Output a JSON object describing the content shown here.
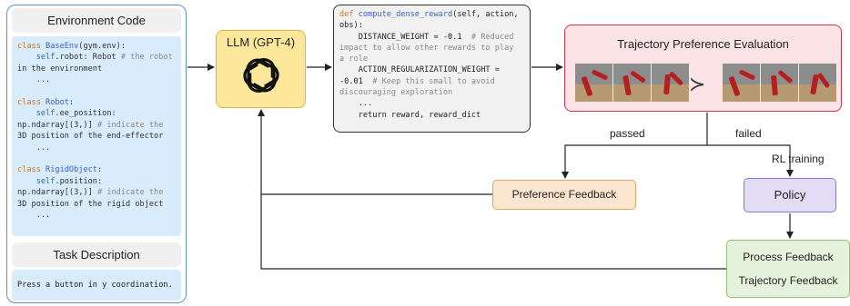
{
  "left_panel": {
    "env_header": "Environment Code",
    "task_header": "Task Description",
    "task_text": "Press a button in y coordination."
  },
  "env_code": {
    "l1_kw": "class ",
    "l1_fn": "BaseEnv",
    "l1_rest": "(gym.env):",
    "l2_self": "self",
    "l2_rest": ".robot: Robot ",
    "l2_cm": "# the robot",
    "l3": "in the environment",
    "l4": "    ...",
    "l5_kw": "class ",
    "l5_fn": "Robot",
    "l5_rest": ":",
    "l6_self": "self",
    "l6_rest": ".ee_position:",
    "l7_rest": "np.ndarray[(3,)] ",
    "l7_cm": "# indicate the",
    "l8": "3D position of the end-effector",
    "l9": "    ...",
    "l10_kw": "class ",
    "l10_fn": "RigidObject",
    "l10_rest": ":",
    "l11_self": "self",
    "l11_rest": ".position:",
    "l12_rest": "np.ndarray[(3,)] ",
    "l12_cm": "# indicate the",
    "l13": "3D position of the rigid object",
    "l14": "    ..."
  },
  "llm": {
    "label": "LLM (GPT-4)",
    "icon": "openai-logo-icon"
  },
  "reward_code": {
    "r1_kw": "def ",
    "r1_fn": "compute_dense_reward",
    "r1_rest": "(self, action,",
    "r2": "obs):",
    "r3": "    DISTANCE_WEIGHT = -0.1  ",
    "r3_cm": "# Reduced",
    "r4_cm": "impact to allow other rewards to play",
    "r5_cm": "a role",
    "r6": "    ACTION_REGULARIZATION_WEIGHT =",
    "r7": "-0.01  ",
    "r7_cm": "# Keep this small to avoid",
    "r8_cm": "discouraging exploration",
    "r9": "    ...",
    "r10": "    return reward, reward_dict"
  },
  "trajectory": {
    "label": "Trajectory Preference Evaluation",
    "preference_symbol": "≻"
  },
  "edges": {
    "passed": "passed",
    "failed": "failed",
    "rl_training": "RL training"
  },
  "preference_feedback": "Preference Feedback",
  "policy": "Policy",
  "process_feedback": "Process Feedback",
  "trajectory_feedback": "Trajectory Feedback",
  "colors": {
    "llm_fill": "#fde79a",
    "trajectory_fill": "#fbe3e6",
    "trajectory_border": "#c23b4a",
    "preference_fill": "#fde6cf",
    "policy_fill": "#e3dcf5",
    "process_fill": "#e5f2dc",
    "code_fill": "#d9ecfb"
  }
}
